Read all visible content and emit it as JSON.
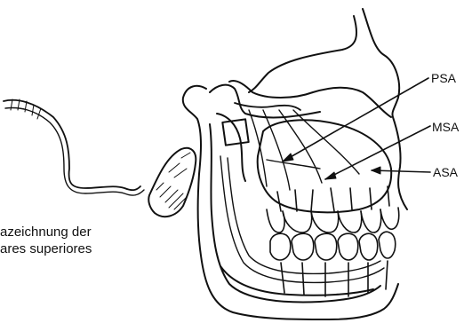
{
  "labels": {
    "psa": "PSA",
    "msa": "MSA",
    "asa": "ASA"
  },
  "caption": {
    "line1": "azeichnung der",
    "line2": "ares superiores"
  },
  "colors": {
    "ink": "#111111",
    "background": "#ffffff"
  }
}
